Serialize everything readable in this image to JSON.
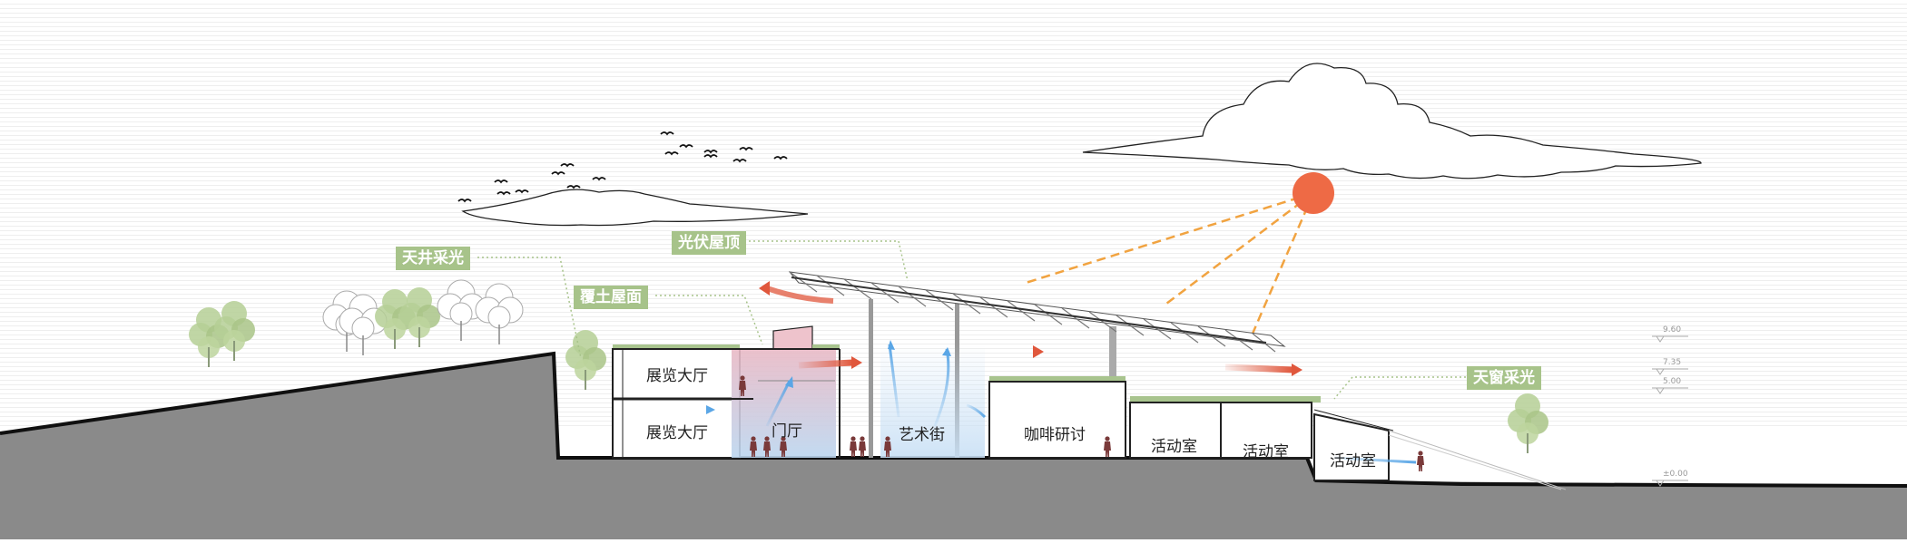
{
  "callouts": {
    "skylight_courtyard": "天井采光",
    "pv_roof": "光伏屋顶",
    "green_roof": "覆土屋面",
    "skylight_window": "天窗采光"
  },
  "rooms": {
    "exhibition_upper": "展览大厅",
    "exhibition_lower": "展览大厅",
    "lobby": "门厅",
    "art_street": "艺术街",
    "cafe_seminar": "咖啡研讨",
    "activity_1": "活动室",
    "activity_2": "活动室",
    "activity_3": "活动室"
  },
  "levels": {
    "l1": "9.60",
    "l2": "7.35",
    "l3": "5.00",
    "l4": "±0.00"
  },
  "colors": {
    "ground": "#8a8a8a",
    "ground_edge": "#101010",
    "tag_bg": "#a7c38a",
    "sun": "#ee6a45",
    "sun_ray": "#f1a340",
    "warm_air": "#e0573c",
    "cool_air": "#7fb7e8",
    "tree": "#b5cf95",
    "green_roof": "#a8c48e",
    "lobby_fill": "#e3b7c2",
    "figure": "#7a3a3a"
  },
  "icons": [
    "sun-icon",
    "cloud-icon",
    "bird-icon",
    "tree-icon",
    "person-icon",
    "airflow-arrow-icon"
  ]
}
